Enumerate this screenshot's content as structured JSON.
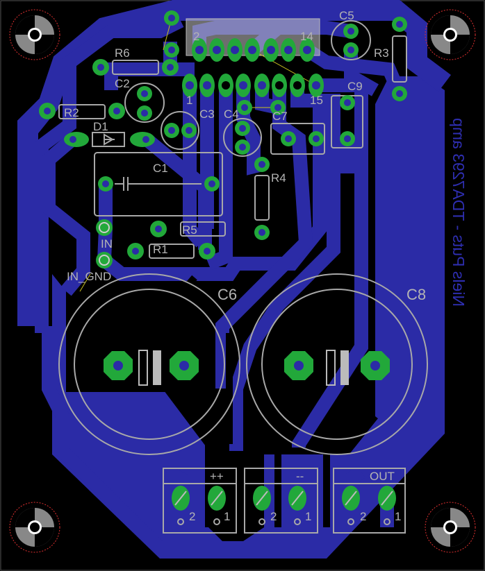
{
  "board": {
    "title_text": "Niels Puts - TDA7293 amp",
    "colors": {
      "background": "#000000",
      "copper": "#2b2ba6",
      "pad": "#22a83a",
      "silkscreen": "#a8a8a8",
      "board_text": "#2e2eb0",
      "airwire": "#c8c020",
      "mount_ring": "#e03030"
    }
  },
  "ic": {
    "pin_first_bottom": "1",
    "pin_first_top": "2",
    "pin_last_top": "14",
    "pin_last_bottom": "15"
  },
  "components": {
    "r6": "R6",
    "c2": "C2",
    "r2": "R2",
    "d1": "D1",
    "c3": "C3",
    "c4": "C4",
    "c7": "C7",
    "c5": "C5",
    "r3": "R3",
    "c9": "C9",
    "c1": "C1",
    "r4": "R4",
    "r5": "R5",
    "r1": "R1",
    "c6": "C6",
    "c8": "C8"
  },
  "connectors": {
    "in": "IN",
    "in_gnd": "IN_GND",
    "terminals": [
      {
        "label": "++",
        "pin2": "2",
        "pin1": "1"
      },
      {
        "label": "--",
        "pin2": "2",
        "pin1": "1"
      },
      {
        "label": "OUT",
        "pin2": "2",
        "pin1": "1"
      }
    ]
  }
}
